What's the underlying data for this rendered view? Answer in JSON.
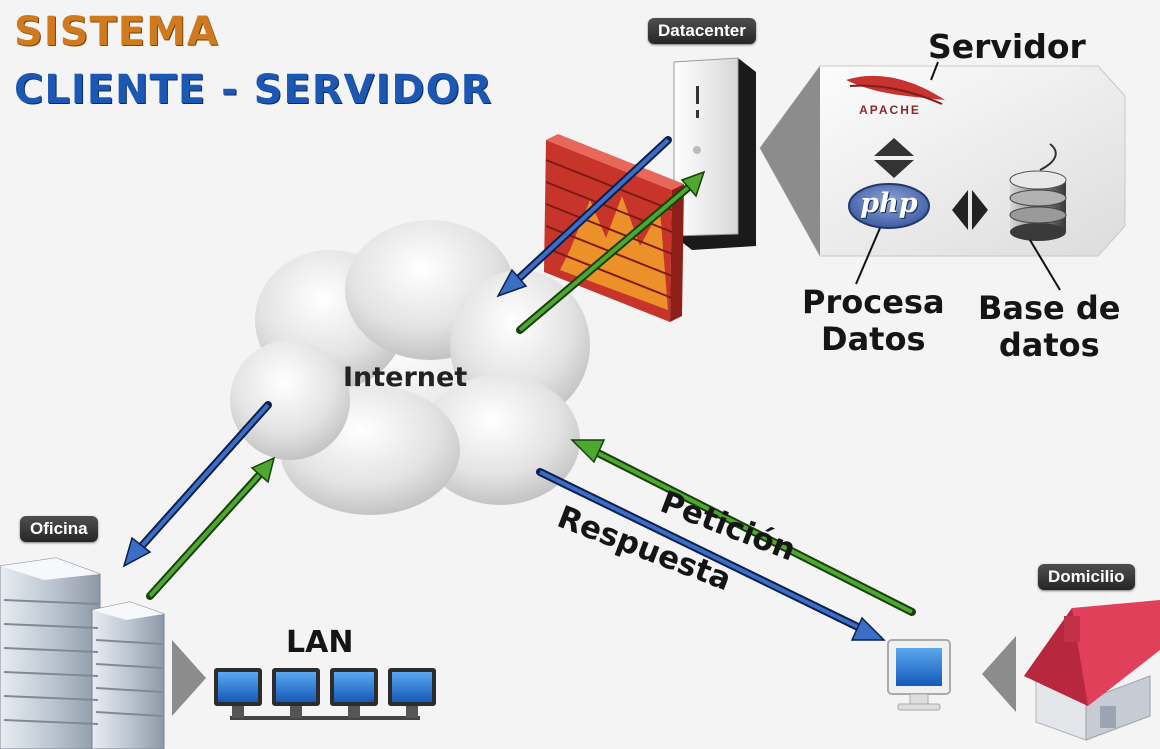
{
  "title": {
    "line1": "SISTEMA",
    "line2": "CLIENTE - SERVIDOR"
  },
  "badges": {
    "datacenter": "Datacenter",
    "oficina": "Oficina",
    "domicilio": "Domicilio"
  },
  "labels": {
    "servidor": "Servidor",
    "procesa_datos": [
      "Procesa",
      "Datos"
    ],
    "base_de_datos": [
      "Base de",
      "datos"
    ],
    "internet": "Internet",
    "lan": "LAN",
    "peticion": "Petición",
    "respuesta": "Respuesta"
  },
  "logos": {
    "php": "php",
    "apache": "APACHE"
  },
  "icons": [
    "apache-feather-icon",
    "php-logo-icon",
    "database-icon",
    "server-tower-icon",
    "firewall-icon",
    "cloud-icon",
    "office-building-icon",
    "lan-computer-icon",
    "monitor-icon",
    "house-icon",
    "up-down-arrow-icon",
    "left-right-arrow-icon"
  ],
  "colors": {
    "title_orange": "#d07a1e",
    "title_blue": "#1c57b4",
    "request_green": "#4ea72e",
    "response_blue": "#3b6fc6",
    "firewall_red": "#c7342a",
    "house_roof": "#e0405a"
  }
}
